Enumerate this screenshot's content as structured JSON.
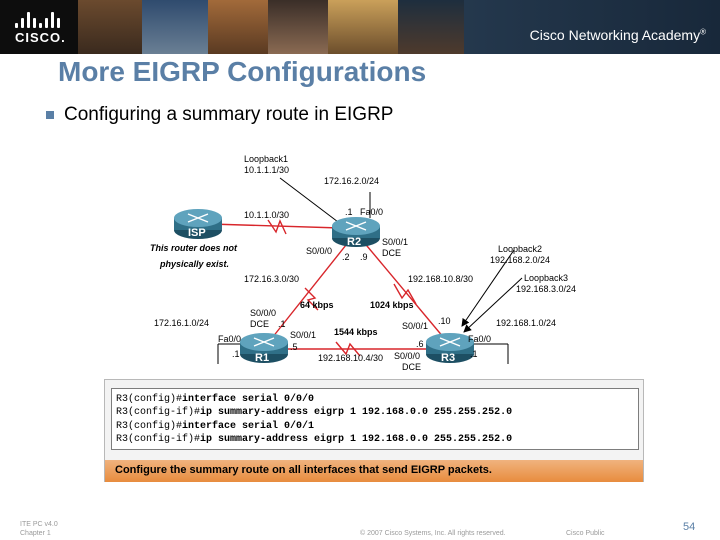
{
  "header": {
    "brand": "CISCO.",
    "academy_prefix": "Cisco ",
    "academy_main": "Networking Academy",
    "academy_tm": "®"
  },
  "slide": {
    "title": "More EIGRP Configurations",
    "bullet": "Configuring a summary route in EIGRP"
  },
  "diagram": {
    "loopback1_name": "Loopback1",
    "loopback1_net": "10.1.1.1/30",
    "r2_lan": "172.16.2.0/24",
    "r2_fa_dot": ".1",
    "r2_fa": "Fa0/0",
    "isp_link": "10.1.1.0/30",
    "isp_note_1": "This router does not",
    "isp_note_2": "physically exist.",
    "r2_s000": "S0/0/0",
    "r2_s001": "S0/0/1",
    "r2_dce": "DCE",
    "dot2": ".2",
    "dot9": ".9",
    "loopback2_name": "Loopback2",
    "loopback2_net": "192.168.2.0/24",
    "loopback3_name": "Loopback3",
    "loopback3_net": "192.168.3.0/24",
    "net_r1_r2": "172.16.3.0/30",
    "net_r2_r3": "192.168.10.8/30",
    "bw_r1_r2": "64 kbps",
    "bw_r2_r3": "1024 kbps",
    "bw_r1_r3": "1544 kbps",
    "r1_s000": "S0/0/0",
    "r1_dce": "DCE",
    "dot1a": ".1",
    "r1_lan": "172.16.1.0/24",
    "r1_s001": "S0/0/1",
    "dot5": ".5",
    "r1_fa": "Fa0/0",
    "r1_fa_dot": ".1",
    "dot10": ".10",
    "r3_s001": "S0/0/1",
    "r3_lan": "192.168.1.0/24",
    "dot6": ".6",
    "r3_fa": "Fa0/0",
    "r3_fa_dot": ".1",
    "net_r1_r3": "192.168.10.4/30",
    "r3_s000": "S0/0/0",
    "r3_dce": "DCE",
    "isp_name": "ISP",
    "r1_name": "R1",
    "r2_name": "R2",
    "r3_name": "R3"
  },
  "code": {
    "lines": [
      {
        "prompt": "R3(config)#",
        "cmd": "interface serial 0/0/0"
      },
      {
        "prompt": "R3(config-if)#",
        "cmd": "ip summary-address eigrp 1 192.168.0.0 255.255.252.0"
      },
      {
        "prompt": "R3(config)#",
        "cmd": "interface serial 0/0/1"
      },
      {
        "prompt": "R3(config-if)#",
        "cmd": "ip summary-address eigrp 1 192.168.0.0 255.255.252.0"
      }
    ],
    "caption": "Configure the summary route on all interfaces that send EIGRP packets."
  },
  "footer": {
    "course": "ITE PC v4.0",
    "chapter": "Chapter 1",
    "copyright": "© 2007 Cisco Systems, Inc. All rights reserved.",
    "classification": "Cisco Public",
    "page": "54"
  },
  "colors": {
    "title_blue": "#5a7fa6",
    "link_red": "#d8262b",
    "router_teal": "#2f6f87",
    "caption_orange": "#e88c3e"
  },
  "icons": [
    "cisco-logo-icon",
    "router-icon",
    "serial-link-icon",
    "arrow-icon"
  ]
}
